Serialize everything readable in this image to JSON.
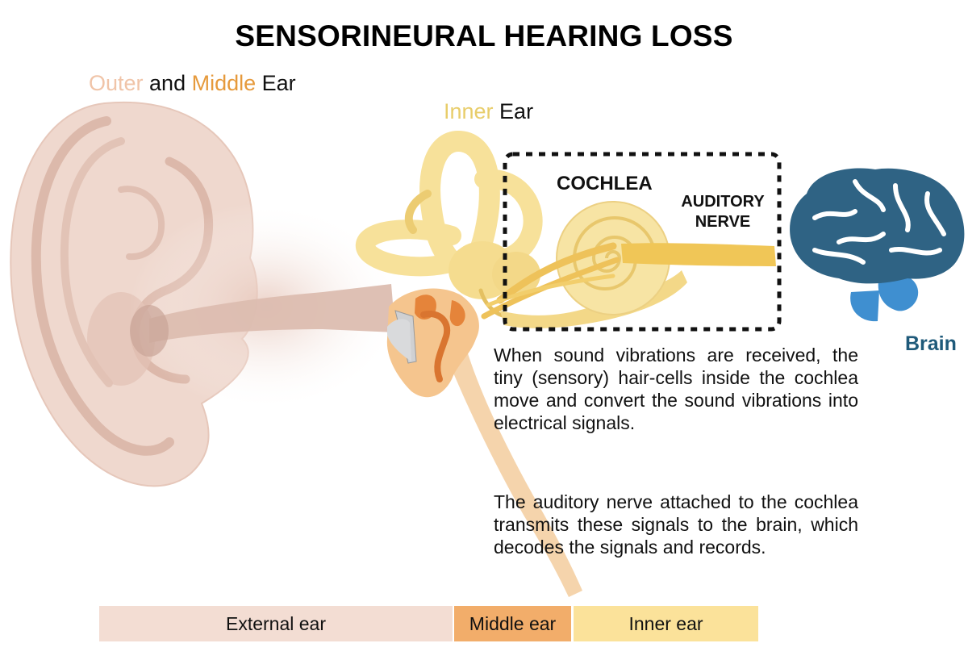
{
  "title": "SENSORINEURAL HEARING LOSS",
  "outer_middle_heading": {
    "outer": "Outer",
    "and": " and ",
    "middle": "Middle",
    "ear": " Ear"
  },
  "inner_heading": {
    "inner": "Inner",
    "ear": " Ear"
  },
  "labels": {
    "cochlea": "COCHLEA",
    "auditory_nerve_line1": "AUDITORY",
    "auditory_nerve_line2": "NERVE",
    "brain": "Brain"
  },
  "paragraphs": [
    "When sound vibrations are received, the tiny (sensory) hair-cells inside the cochlea move and convert the sound vibrations into electrical signals.",
    "The auditory nerve attached to the cochlea transmits these signals to the brain, which decodes the signals and records."
  ],
  "legend_bar": [
    {
      "label": "External ear",
      "color": "#f3ddd3"
    },
    {
      "label": "Middle ear",
      "color": "#f2ad6a"
    },
    {
      "label": "Inner ear",
      "color": "#fbe29a"
    }
  ],
  "colors": {
    "outer": "#f0c4a8",
    "middle": "#e69a3c",
    "inner": "#e8cd6a",
    "brain": "#2f6384",
    "brainstem": "#3f8fd0",
    "auricle": "#efd8ce"
  }
}
